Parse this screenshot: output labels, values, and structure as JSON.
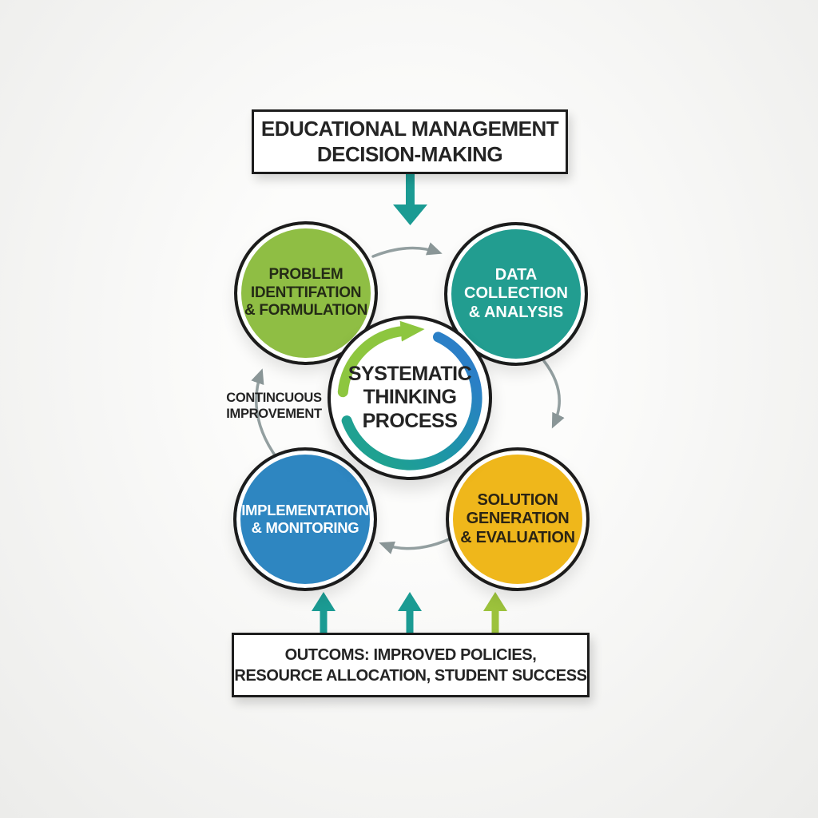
{
  "title_box": {
    "label": "EDUCATIONAL MANAGEMENT\nDECISION-MAKING"
  },
  "center": {
    "label": "SYSTEMATIC\nTHINKING\nPROCESS"
  },
  "nodes": {
    "problem": {
      "label": "PROBLEM\nIDENTTIFATION\n& FORMULATION",
      "color": "#8FBE44"
    },
    "data": {
      "label": "DATA\nCOLLECTION\n& ANALYSIS",
      "color": "#229D90"
    },
    "implementation": {
      "label": "IMPLEMENTATION\n& MONITORING",
      "color": "#2E86C1"
    },
    "solution": {
      "label": "SOLUTION\nGENERATION\n& EVALUATION",
      "color": "#EFB71B"
    }
  },
  "side_label": {
    "label": "CONTINCUOUS\nIMPROVEMENT"
  },
  "outcome_box": {
    "label": "OUTCOMS: IMPROVED POLICIES,\nRESOURCE ALLOCATION, STUDENT SUCCESS"
  },
  "icons": {
    "down_arrow": "teal-down-arrow-icon",
    "cycle_arrows": "gray-curved-cycle-arrow-icons",
    "ring": "green-blue-teal-cycle-ring-icon",
    "up_arrows": "upward-outcome-arrow-icons"
  },
  "colors": {
    "arc_green": "#8DC63F",
    "arc_blue": "#2B7FC7",
    "arc_teal": "#1FA191",
    "teal_arrow": "#1B9B93",
    "green_arrow": "#9CC23C",
    "gray_arrow": "#939FA0",
    "outline": "#1c1c1c",
    "box_background": "#ffffff",
    "text_dark": "#242424"
  }
}
